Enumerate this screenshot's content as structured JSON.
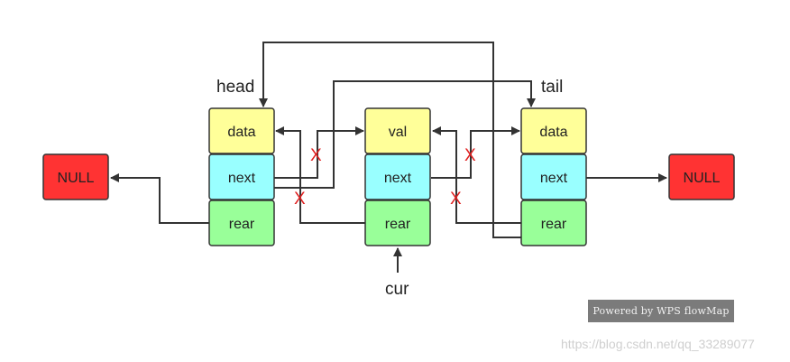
{
  "colors": {
    "data_fill": "#ffff99",
    "next_fill": "#99ffff",
    "rear_fill": "#99ff99",
    "null_fill": "#ff3333",
    "val_text": "#ff2020",
    "x_mark": "#e02020",
    "line": "#333333"
  },
  "null_left": "NULL",
  "null_right": "NULL",
  "node_head": {
    "data": "data",
    "next": "next",
    "rear": "rear"
  },
  "node_cur": {
    "val": "val",
    "next": "next",
    "rear": "rear"
  },
  "node_tail": {
    "data": "data",
    "next": "next",
    "rear": "rear"
  },
  "labels": {
    "head": "head",
    "tail": "tail",
    "cur": "cur"
  },
  "x_marks": [
    "X",
    "X",
    "X",
    "X"
  ],
  "badge": "Powered by WPS flowMap",
  "watermark": "https://blog.csdn.net/qq_33289077"
}
